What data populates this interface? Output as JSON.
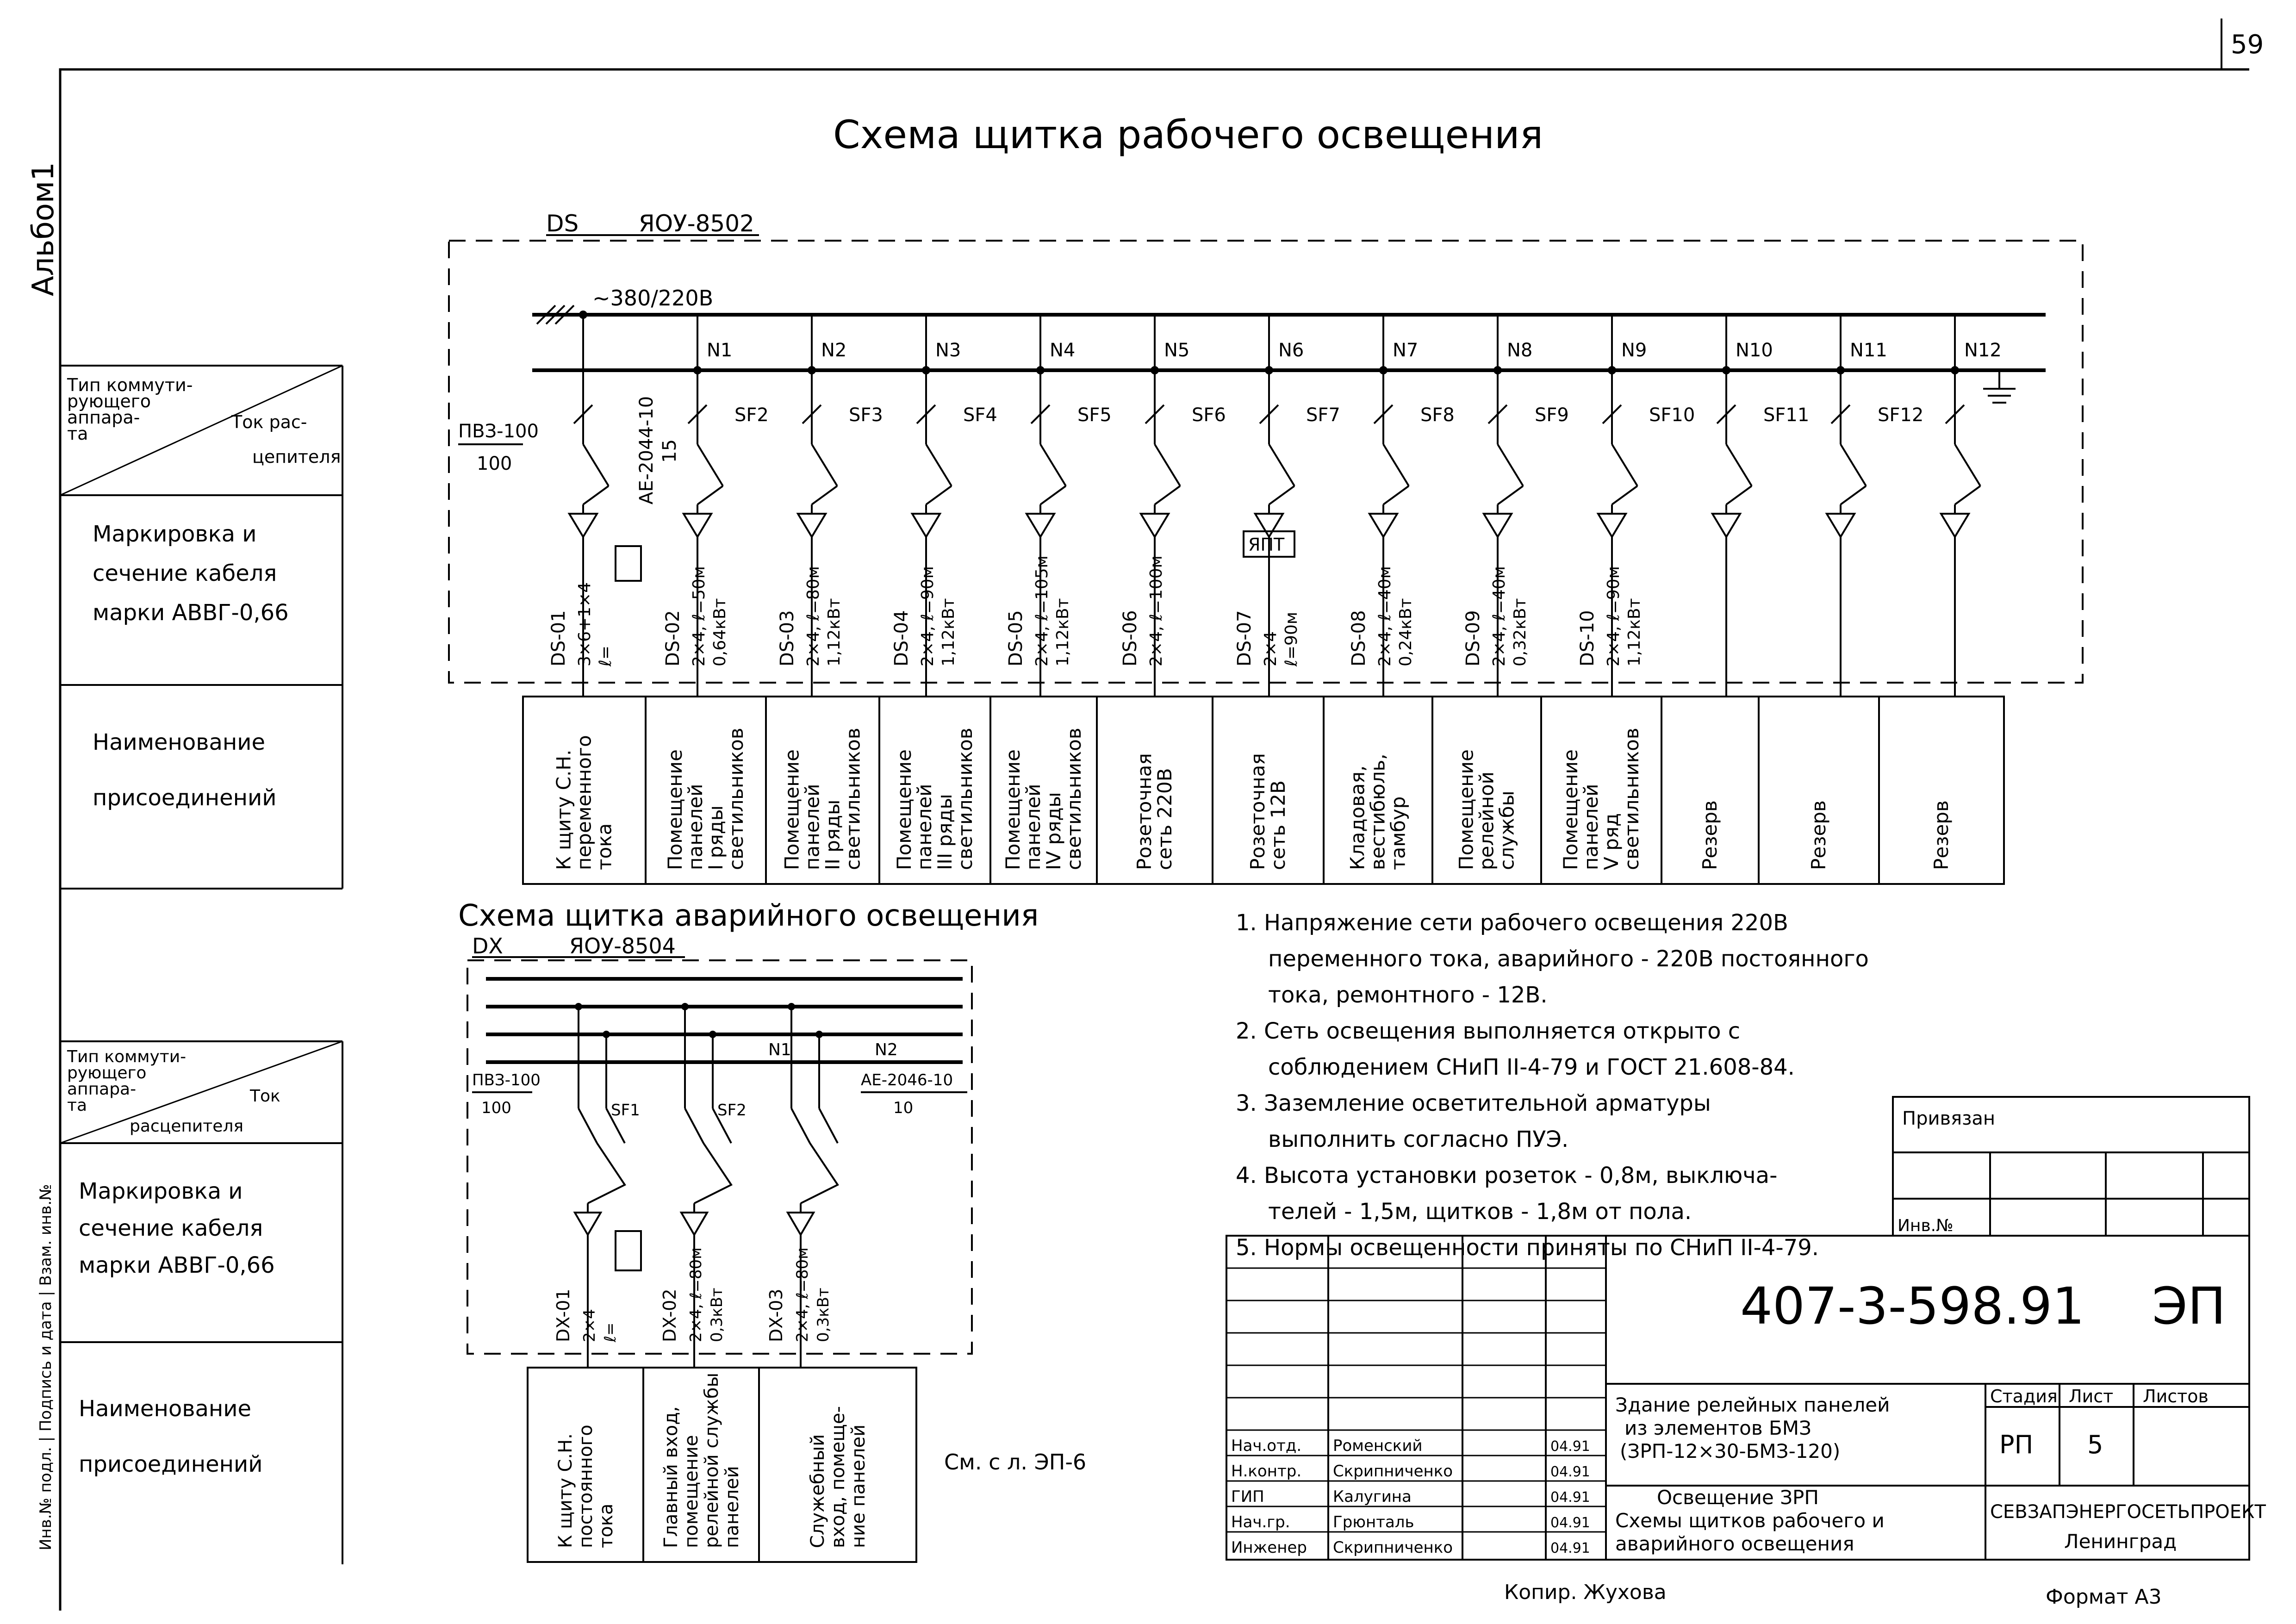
{
  "sheet": {
    "page_number": "59",
    "album_label": "Альбом1",
    "inv_stamp_label": "Инв.№ подл. | Подпись и дата | Взам. инв.№",
    "copy_label": "Копир. Жухова",
    "format_label": "Формат А3"
  },
  "working": {
    "title": "Схема щитка рабочего освещения",
    "panel_label": "DS",
    "panel_type": "ЯОУ-8502",
    "voltage": "~380/220В",
    "main_breaker": "ПВЗ-100",
    "main_breaker_rating": "100",
    "group_breaker": "АЕ-2044-10",
    "group_breaker_rating": "15",
    "groups": [
      {
        "n": "",
        "sf": "",
        "cable": "DS-01",
        "spec": "3×6+1×4",
        "spec2": "ℓ=",
        "load": "",
        "desc": [
          "К щиту С.Н.",
          "переменного",
          "тока"
        ]
      },
      {
        "n": "N1",
        "sf": "SF2",
        "cable": "DS-02",
        "spec": "2×4, ℓ=50м",
        "spec2": "0,64кВт",
        "load": "",
        "desc": [
          "Помещение",
          "панелей",
          "I ряды",
          "светильников"
        ]
      },
      {
        "n": "N2",
        "sf": "SF3",
        "cable": "DS-03",
        "spec": "2×4, ℓ=80м",
        "spec2": "1,12кВт",
        "load": "",
        "desc": [
          "Помещение",
          "панелей",
          "II ряды",
          "светильников"
        ]
      },
      {
        "n": "N3",
        "sf": "SF4",
        "cable": "DS-04",
        "spec": "2×4, ℓ=90м",
        "spec2": "1,12кВт",
        "load": "",
        "desc": [
          "Помещение",
          "панелей",
          "III ряды",
          "светильников"
        ]
      },
      {
        "n": "N4",
        "sf": "SF5",
        "cable": "DS-05",
        "spec": "2×4, ℓ=105м",
        "spec2": "1,12кВт",
        "load": "",
        "desc": [
          "Помещение",
          "панелей",
          "IV ряды",
          "светильников"
        ]
      },
      {
        "n": "N5",
        "sf": "SF6",
        "cable": "DS-06",
        "spec": "2×4, ℓ=100м",
        "spec2": "",
        "load": "",
        "desc": [
          "Розеточная",
          "сеть 220В"
        ]
      },
      {
        "n": "N6",
        "sf": "SF7",
        "cable": "DS-07",
        "spec": "2×4",
        "spec2": "ℓ=90м",
        "load": "ЯПТ",
        "desc": [
          "Розеточная",
          "сеть 12В"
        ]
      },
      {
        "n": "N7",
        "sf": "SF8",
        "cable": "DS-08",
        "spec": "2×4, ℓ=40м",
        "spec2": "0,24кВт",
        "load": "",
        "desc": [
          "Кладовая,",
          "вестибюль,",
          "тамбур"
        ]
      },
      {
        "n": "N8",
        "sf": "SF9",
        "cable": "DS-09",
        "spec": "2×4, ℓ=40м",
        "spec2": "0,32кВт",
        "load": "",
        "desc": [
          "Помещение",
          "релейной",
          "службы"
        ]
      },
      {
        "n": "N9",
        "sf": "SF10",
        "cable": "DS-10",
        "spec": "2×4, ℓ=90м",
        "spec2": "1,12кВт",
        "load": "",
        "desc": [
          "Помещение",
          "панелей",
          "V ряд",
          "светильников"
        ]
      },
      {
        "n": "N10",
        "sf": "SF11",
        "cable": "",
        "spec": "",
        "spec2": "",
        "load": "",
        "desc": [
          "Резерв"
        ]
      },
      {
        "n": "N11",
        "sf": "SF12",
        "cable": "",
        "spec": "",
        "spec2": "",
        "load": "",
        "desc": [
          "Резерв"
        ]
      },
      {
        "n": "N12",
        "sf": "",
        "cable": "",
        "spec": "",
        "spec2": "",
        "load": "",
        "desc": [
          "Резерв"
        ]
      }
    ]
  },
  "emergency": {
    "title": "Схема щитка аварийного освещения",
    "panel_label": "DX",
    "panel_type": "ЯОУ-8504",
    "main_breaker": "ПВЗ-100",
    "main_breaker_rating": "100",
    "group_breaker": "АЕ-2046-10",
    "group_breaker_rating": "10",
    "groups": [
      {
        "n": "",
        "sf": "SF1",
        "cable": "DX-01",
        "spec": "2×4",
        "spec2": "ℓ=",
        "desc": [
          "К щиту С.Н.",
          "постоянного",
          "тока"
        ]
      },
      {
        "n": "N1",
        "sf": "SF2",
        "cable": "DX-02",
        "spec": "2×4, ℓ=80м",
        "spec2": "0,3кВт",
        "desc": [
          "Главный вход,",
          "помещение",
          "релейной службы",
          "панелей"
        ]
      },
      {
        "n": "N2",
        "sf": "",
        "cable": "DX-03",
        "spec": "2×4, ℓ=80м",
        "spec2": "0,3кВт",
        "desc": [
          "Служебный",
          "вход, помеще-",
          "ние панелей"
        ]
      }
    ],
    "ref_note": "См. с л. ЭП-6"
  },
  "left_table": {
    "row1": [
      "Тип коммути-",
      "рующего",
      "аппара-",
      "та",
      "Ток рас-",
      "цепителя"
    ],
    "row2": [
      "Маркировка и",
      "сечение кабеля",
      "марки АВВГ-0,66"
    ],
    "row3": [
      "Наименование",
      "присоединений"
    ]
  },
  "left_table2": {
    "row1": [
      "Тип коммути-",
      "рующего",
      "аппара-",
      "та",
      "Ток",
      "расцепителя"
    ],
    "row2": [
      "Маркировка и",
      "сечение кабеля",
      "марки АВВГ-0,66"
    ],
    "row3": [
      "Наименование",
      "присоединений"
    ]
  },
  "notes": [
    [
      "1. Напряжение сети рабочего освещения 220В",
      "переменного тока, аварийного - 220В постоянного",
      "тока, ремонтного - 12В."
    ],
    [
      "2. Сеть освещения выполняется открыто с",
      "соблюдением СНиП II-4-79 и ГОСТ 21.608-84."
    ],
    [
      "3. Заземление осветительной арматуры",
      "выполнить согласно ПУЭ."
    ],
    [
      "4. Высота установки розеток - 0,8м, выключа-",
      "телей - 1,5м, щитков - 1,8м от пола."
    ],
    [
      "5. Нормы освещенности приняты по СНиП II-4-79."
    ]
  ],
  "stamp": {
    "privyazan": "Привязан",
    "inv_no": "Инв.№",
    "code": "407-3-598.91",
    "mark": "ЭП",
    "object": [
      "Здание релейных панелей",
      "из элементов БМЗ",
      "(ЗРП-12×30-БМЗ-120)"
    ],
    "sheet_title": [
      "Освещение ЗРП",
      "Схемы щитков рабочего и",
      "аварийного освещения"
    ],
    "stage_label": "Стадия",
    "sheet_label": "Лист",
    "sheets_label": "Листов",
    "stage": "РП",
    "sheet": "5",
    "sheets": "",
    "org": "СЕВЗАПЭНЕРГОСЕТЬПРОЕКТ",
    "city": "Ленинград",
    "people": [
      {
        "role": "Нач.отд.",
        "name": "Роменский",
        "date": "04.91"
      },
      {
        "role": "Н.контр.",
        "name": "Скрипниченко",
        "date": "04.91"
      },
      {
        "role": "ГИП",
        "name": "Калугина",
        "date": "04.91"
      },
      {
        "role": "Нач.гр.",
        "name": "Грюнталь",
        "date": "04.91"
      },
      {
        "role": "Инженер",
        "name": "Скрипниченко",
        "date": "04.91"
      }
    ]
  }
}
